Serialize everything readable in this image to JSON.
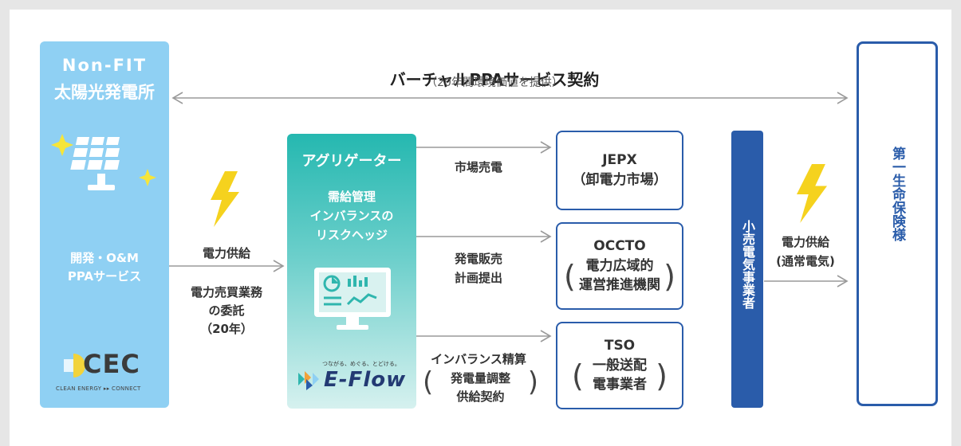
{
  "plant": {
    "title_line1": "Non-FIT",
    "title_line2": "太陽光発電所",
    "services_line1": "開発・O&M",
    "services_line2": "PPAサービス",
    "logo_text": "CEC",
    "logo_tagline": "CLEAN ENERGY ▸▸ CONNECT"
  },
  "contract": {
    "title": "バーチャルPPAサービス契約",
    "subtitle": "（20年間環境価値を提供）"
  },
  "supply": {
    "label": "電力供給",
    "consign_line1": "電力売買業務",
    "consign_line2": "の委託",
    "consign_line3": "（20年）"
  },
  "aggregator": {
    "title": "アグリゲーター",
    "desc_line1": "需給管理",
    "desc_line2": "インバランスの",
    "desc_line3": "リスクヘッジ",
    "logo_tagline": "つながる、めぐる、とどける。",
    "logo_text": "E-Flow"
  },
  "flows": {
    "market_sale": "市場売電",
    "plan_line1": "発電販売",
    "plan_line2": "計画提出",
    "imbalance": "インバランス精算",
    "imbalance_sub_line1": "発電量調整",
    "imbalance_sub_line2": "供給契約"
  },
  "targets": {
    "jepx": {
      "name": "JEPX",
      "desc": "（卸電力市場）"
    },
    "occto": {
      "name": "OCCTO",
      "desc_line1": "電力広域的",
      "desc_line2": "運営推進機関"
    },
    "tso": {
      "name": "TSO",
      "desc_line1": "一般送配",
      "desc_line2": "電事業者"
    }
  },
  "retailer": {
    "label": "小売電気事業者"
  },
  "retail_supply": {
    "line1": "電力供給",
    "line2": "(通常電気)"
  },
  "insurer": {
    "label": "第一生命保険様"
  },
  "colors": {
    "plant_blue": "#8fd0f3",
    "aggregator_teal": "#25b8b0",
    "navy": "#2a5caa",
    "lightning_yellow": "#f5d21e",
    "arrow_gray": "#9a9a9a"
  },
  "icons": [
    "solar-panel-icon",
    "lightning-icon",
    "monitor-icon",
    "cec-logo",
    "eflow-logo"
  ]
}
